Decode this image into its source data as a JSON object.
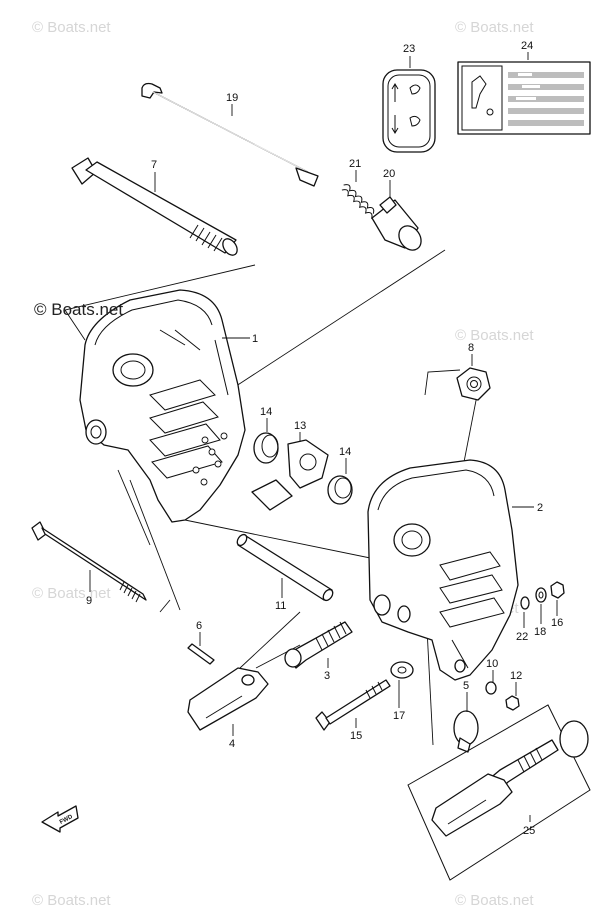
{
  "watermarks": {
    "light": "© Boats.net",
    "dark": "© Boats.net"
  },
  "fwd_label": "FWD",
  "parts": {
    "p1": "1",
    "p2": "2",
    "p3": "3",
    "p4": "4",
    "p5": "5",
    "p6": "6",
    "p7": "7",
    "p8": "8",
    "p9": "9",
    "p10": "10",
    "p11": "11",
    "p12": "12",
    "p13": "13",
    "p14a": "14",
    "p14b": "14",
    "p15": "15",
    "p16": "16",
    "p17": "17",
    "p18": "18",
    "p19": "19",
    "p20": "20",
    "p21": "21",
    "p22": "22",
    "p23": "23",
    "p24": "24",
    "p25": "25"
  }
}
